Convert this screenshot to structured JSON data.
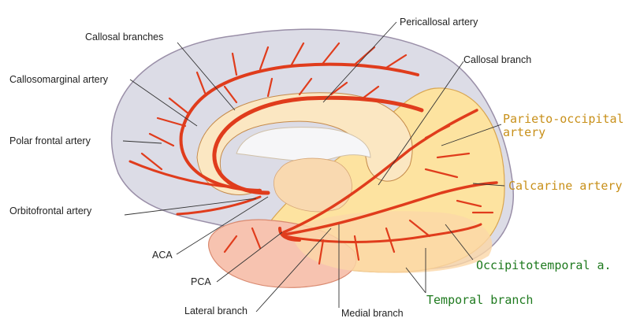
{
  "labels": {
    "callosal_branches": "Callosal branches",
    "callosomarginal_artery": "Callosomarginal artery",
    "polar_frontal_artery": "Polar frontal artery",
    "orbitofrontal_artery": "Orbitofrontal artery",
    "aca": "ACA",
    "pca": "PCA",
    "lateral_branch": "Lateral branch",
    "medial_branch": "Medial branch",
    "pericallosal_artery": "Pericallosal artery",
    "callosal_branch": "Callosal branch",
    "parieto_occipital_line1": "Parieto-occipital",
    "parieto_occipital_line2": "artery",
    "calcarine_artery": "Calcarine artery",
    "occipitotemporal": "Occipitotemporal a.",
    "temporal_branch": "Temporal branch"
  },
  "colors": {
    "frontal_lobe": "#dcdce6",
    "posterior_lobe": "#fde3a0",
    "temporal_lobe": "#f7c3b0",
    "artery": "#e03c1c",
    "callout_gold": "#c8901a",
    "callout_green": "#1f7a1f"
  }
}
